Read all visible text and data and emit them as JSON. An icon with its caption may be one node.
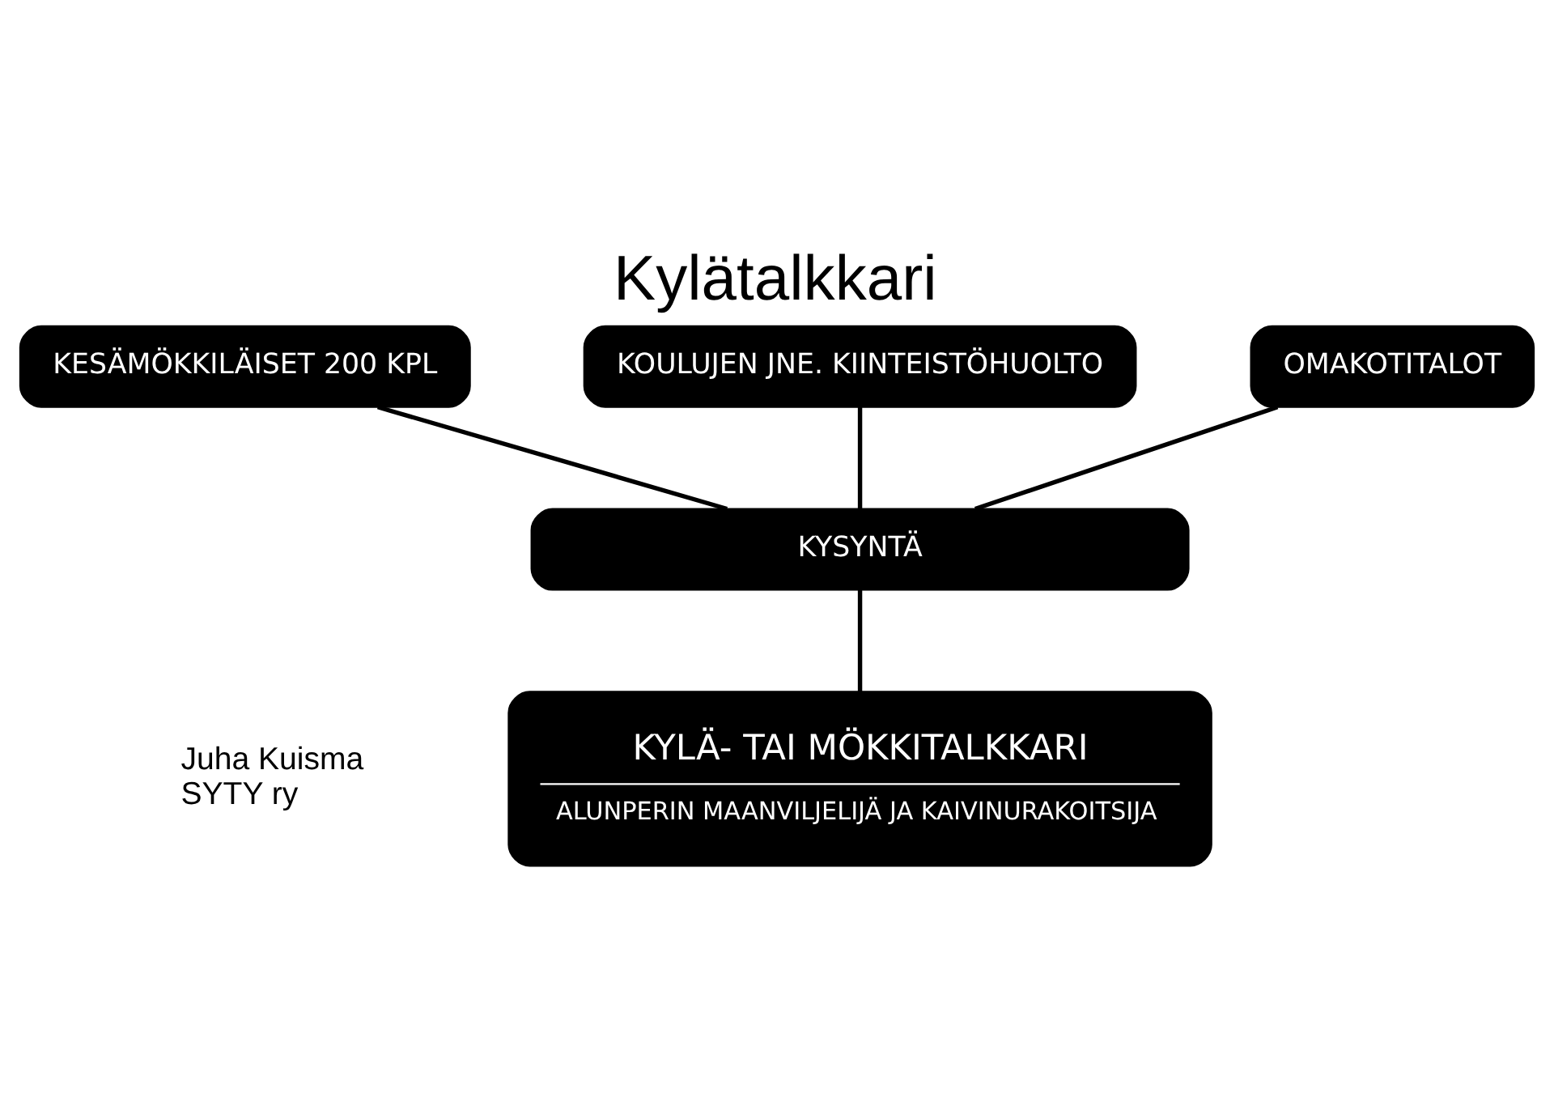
{
  "diagram": {
    "title": "Kylätalkkari",
    "nodes": [
      {
        "text": [
          "KESÄMÖKKILÄISET 200 KPL"
        ]
      },
      {
        "text": [
          "KOULUJEN JNE. KIINTEISTÖHUOLTO"
        ]
      },
      {
        "text": [
          "OMAKOTITALOT"
        ]
      },
      {
        "text": [
          "KYSYNTÄ"
        ]
      },
      {
        "text": [
          "KYLÄ- TAI MÖKKITALKKARI",
          "ALUNPERIN MAANVILJELIJÄ JA KAIVINURAKOITSIJA"
        ]
      }
    ],
    "edges": [
      {
        "from": 0,
        "to": 3,
        "arrow": "none"
      },
      {
        "from": 1,
        "to": 3,
        "arrow": "none"
      },
      {
        "from": 2,
        "to": 3,
        "arrow": "none"
      },
      {
        "from": 3,
        "to": 4,
        "arrow": "none"
      }
    ],
    "labels": [
      "Juha Kuisma",
      "SYTY ry"
    ]
  }
}
